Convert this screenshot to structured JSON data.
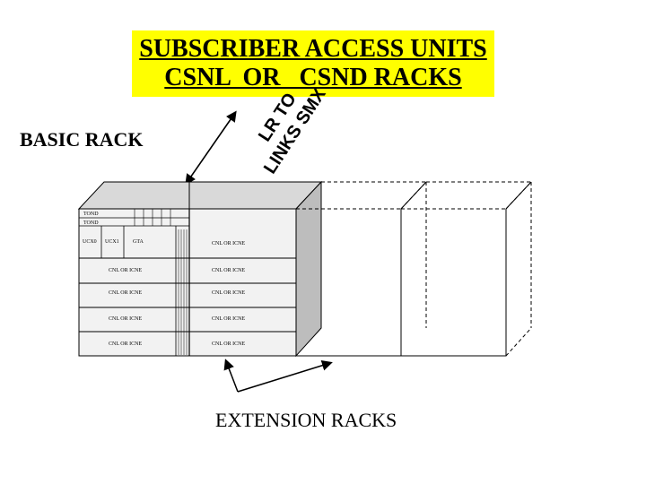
{
  "title": {
    "line1": "SUBSCRIBER ACCESS UNITS",
    "line2": "CSNL  OR   CSND RACKS"
  },
  "labels": {
    "basic_rack": "BASIC RACK",
    "extension_racks": "EXTENSION RACKS",
    "links_line1": "LR    TO",
    "links_line2": "LINKS  SMX"
  },
  "rack": {
    "shelf_top_1": "TOND",
    "shelf_top_2": "TOND",
    "ucx0": "UCX0",
    "ucx1": "UCX1",
    "gta": "GTA",
    "unit": "CNL  OR  ICNE"
  },
  "colors": {
    "title_bg": "#ffff00",
    "rack_front": "#f2f2f2",
    "rack_side": "#bdbdbd",
    "rack_top": "#d9d9d9"
  }
}
